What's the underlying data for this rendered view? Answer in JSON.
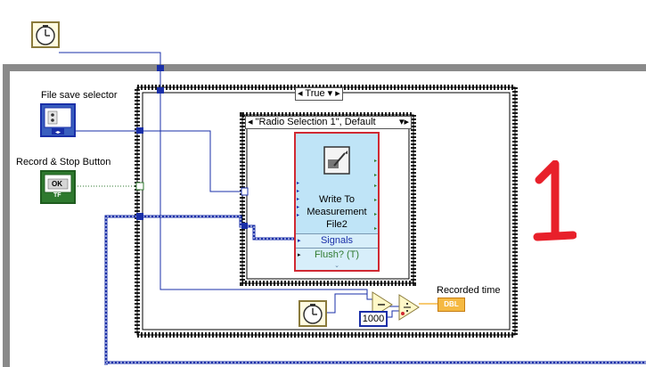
{
  "labels": {
    "file_save_selector": "File save selector",
    "record_stop_button": "Record & Stop Button",
    "recorded_time": "Recorded time"
  },
  "case_selectors": {
    "outer": "True",
    "inner": "\"Radio Selection 1\", Default"
  },
  "express_vi": {
    "title_line1": "Write To",
    "title_line2": "Measurement",
    "title_line3": "File2",
    "terminals": [
      "Signals",
      "Flush? (T)"
    ]
  },
  "constants": {
    "divisor": "1000"
  },
  "indicator": {
    "type": "DBL"
  },
  "controls": {
    "record_button_text": "OK",
    "record_button_tf": "TF"
  },
  "annotation": {
    "red_mark": "1"
  },
  "colors": {
    "wire_blue": "#1a2fa8",
    "wire_green": "#2f7a2f",
    "node_border": "#d02a33",
    "node_fill": "#bfe4f7",
    "dbl_orange": "#f5b942",
    "annotation_red": "#e8202a"
  },
  "icons": [
    "clock-icon",
    "write-file-icon",
    "subtract-icon",
    "divide-icon"
  ]
}
